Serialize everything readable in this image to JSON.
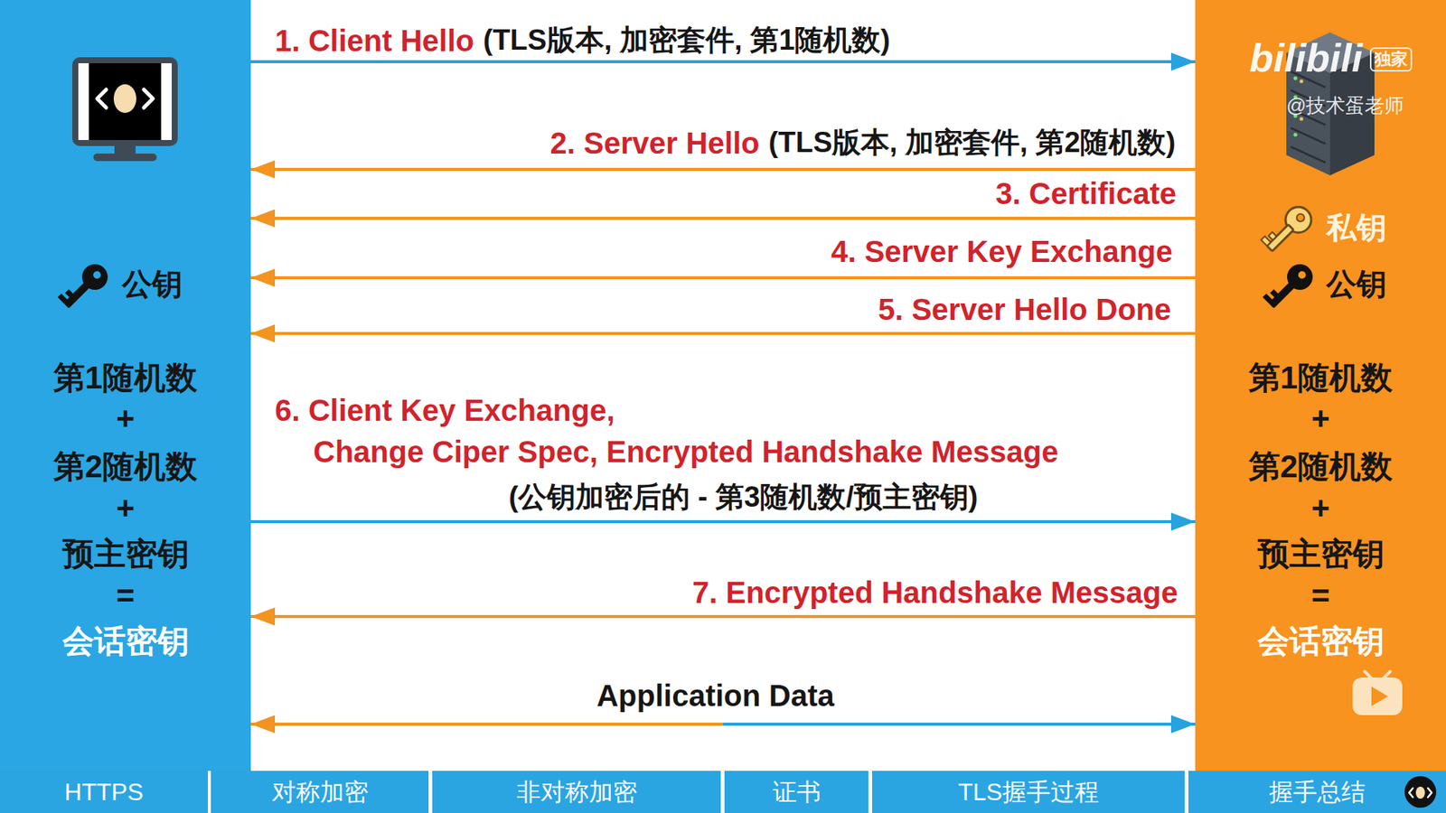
{
  "diagram": {
    "nodes": [
      {
        "text": [
          "公钥",
          "第1随机数",
          "+",
          "第2随机数",
          "+",
          "预主密钥",
          "=",
          "会话密钥"
        ]
      },
      {
        "text": [
          "私钥",
          "公钥",
          "第1随机数",
          "+",
          "第2随机数",
          "+",
          "预主密钥",
          "=",
          "会话密钥"
        ]
      },
      {
        "text": [
          "HTTPS"
        ]
      },
      {
        "text": [
          "对称加密"
        ]
      },
      {
        "text": [
          "非对称加密"
        ]
      },
      {
        "text": [
          "证书"
        ]
      },
      {
        "text": [
          "TLS握手过程"
        ]
      },
      {
        "text": [
          "握手总结"
        ]
      }
    ],
    "edges": [
      {
        "from": 0,
        "to": 1,
        "arrow": "to",
        "label": "1. Client Hello"
      },
      {
        "from": 1,
        "to": 0,
        "arrow": "to",
        "label": "2. Server Hello"
      },
      {
        "from": 1,
        "to": 0,
        "arrow": "to",
        "label": "3. Certificate"
      },
      {
        "from": 1,
        "to": 0,
        "arrow": "to",
        "label": "4. Server Key Exchange"
      },
      {
        "from": 1,
        "to": 0,
        "arrow": "to",
        "label": "5. Server Hello Done"
      },
      {
        "from": 0,
        "to": 1,
        "arrow": "to",
        "label": "6. Client Key Exchange, Change Ciper Spec, Encrypted Handshake Message"
      },
      {
        "from": 1,
        "to": 0,
        "arrow": "to",
        "label": "7. Encrypted Handshake Message"
      },
      {
        "from": 0,
        "to": 1,
        "arrow": "both",
        "label": "Application Data"
      }
    ],
    "labels": [
      "(TLS版本, 加密套件, 第1随机数)",
      "(TLS版本, 加密套件, 第2随机数)",
      "(公钥加密后的 - 第3随机数/预主密钥)",
      "bilibili",
      "独家",
      "@技术蛋老师"
    ]
  }
}
